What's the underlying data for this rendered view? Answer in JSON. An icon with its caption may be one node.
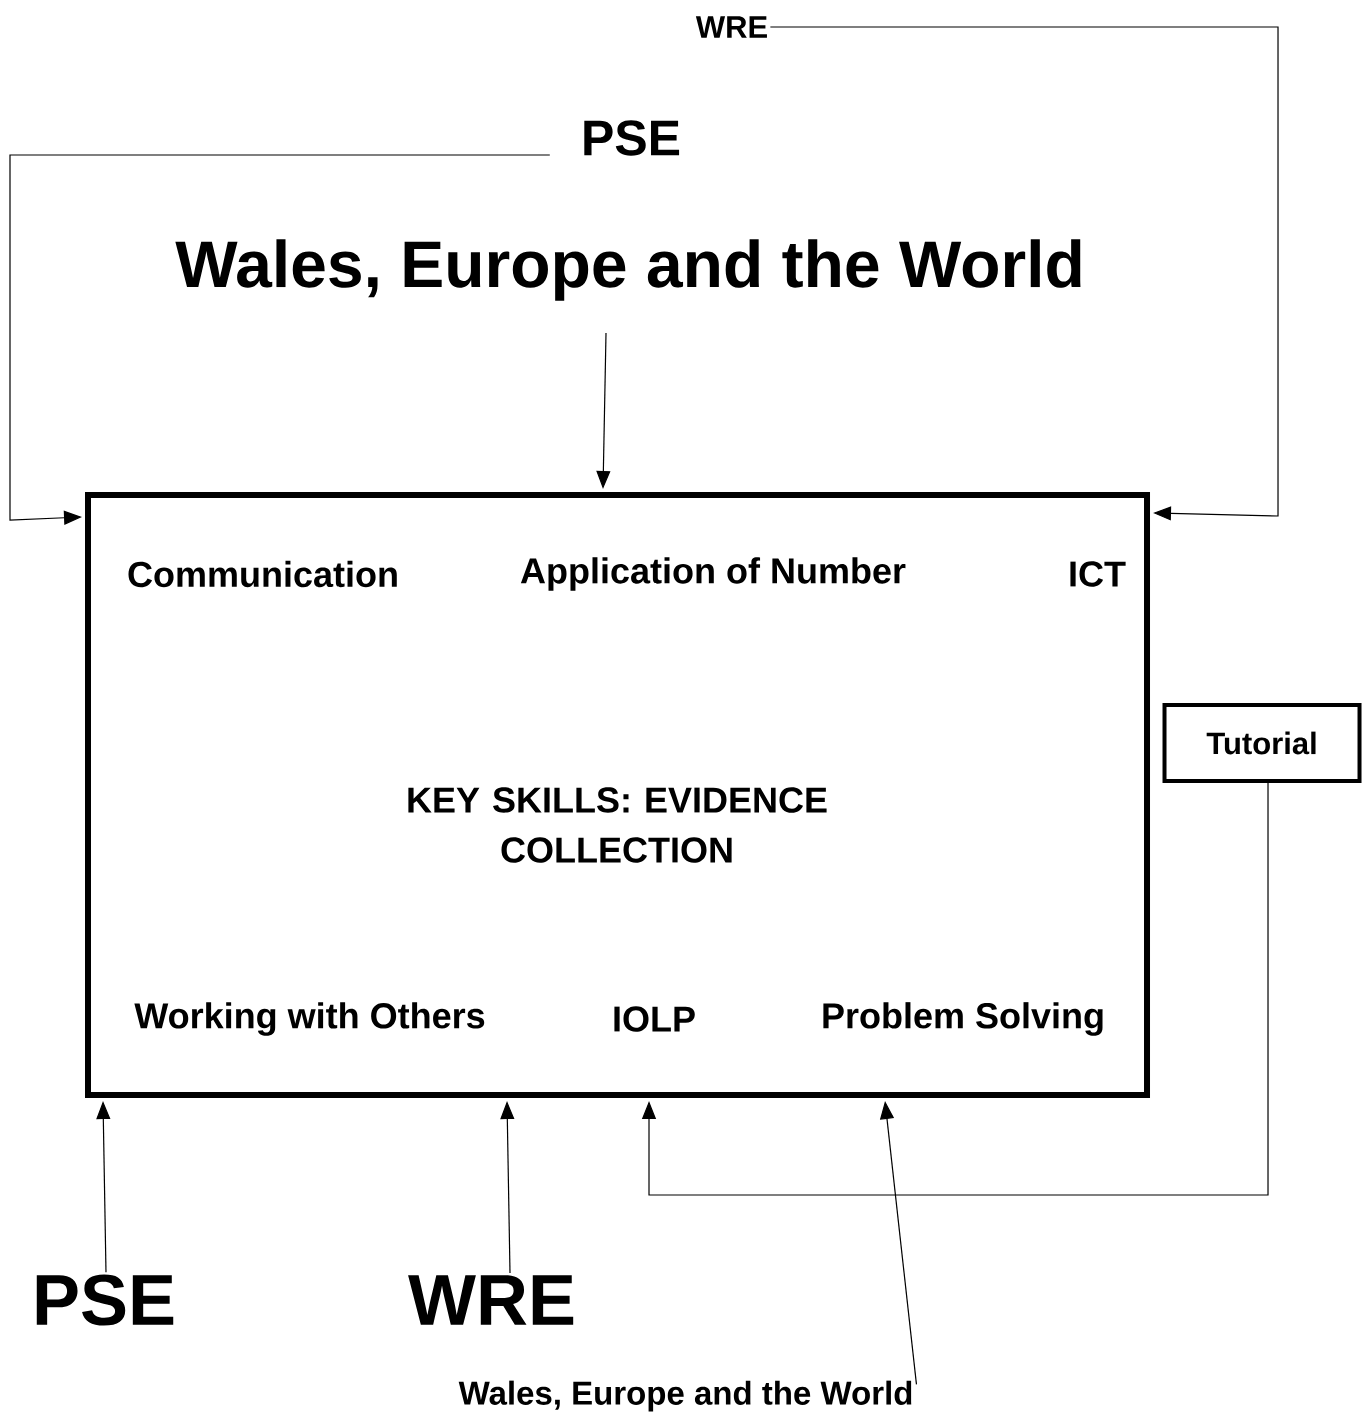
{
  "diagram": {
    "nodes": [
      {
        "text": [
          "WRE"
        ]
      },
      {
        "text": [
          "PSE"
        ]
      },
      {
        "text": [
          "Wales, Europe and the World"
        ]
      },
      {
        "text": [
          "Communication",
          "Application of Number",
          "ICT",
          "KEY SKILLS: EVIDENCE COLLECTION",
          "Working with Others",
          "IOLP",
          "Problem Solving"
        ]
      },
      {
        "text": [
          "Tutorial"
        ]
      },
      {
        "text": [
          "PSE"
        ]
      },
      {
        "text": [
          "WRE"
        ]
      },
      {
        "text": [
          "Wales, Europe and the World"
        ]
      }
    ],
    "edges": [
      {
        "from": 0,
        "to": 3,
        "arrow": "to"
      },
      {
        "from": 1,
        "to": 3,
        "arrow": "to"
      },
      {
        "from": 2,
        "to": 3,
        "arrow": "to"
      },
      {
        "from": 5,
        "to": 3,
        "arrow": "to"
      },
      {
        "from": 6,
        "to": 3,
        "arrow": "to"
      },
      {
        "from": 4,
        "to": 3,
        "arrow": "to"
      },
      {
        "from": 7,
        "to": 3,
        "arrow": "to"
      }
    ]
  }
}
